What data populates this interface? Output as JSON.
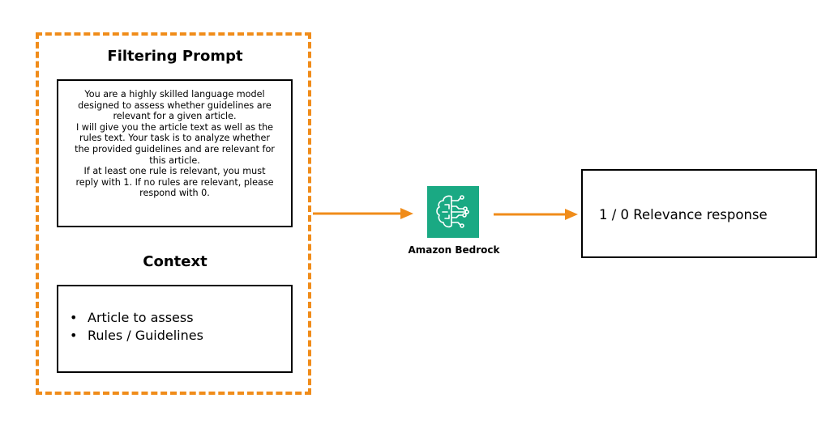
{
  "filtering_prompt": {
    "heading": "Filtering Prompt",
    "lines": [
      "You are a highly skilled language model",
      "designed to assess whether guidelines are",
      "relevant for a given article.",
      "I will give you the article text as well as the",
      "rules text. Your task is to analyze whether",
      "the provided guidelines and are relevant for",
      "this article.",
      "If at least one rule is relevant, you must",
      "reply with 1. If no rules are relevant, please",
      "respond with 0."
    ]
  },
  "context": {
    "heading": "Context",
    "items": [
      {
        "bullet": "•",
        "label": "Article to assess"
      },
      {
        "bullet": "•",
        "label": "Rules / Guidelines"
      }
    ]
  },
  "bedrock": {
    "label": "Amazon Bedrock",
    "icon": "amazon-bedrock-icon",
    "icon_color": "#1aa983"
  },
  "response": {
    "label": "1 / 0 Relevance response"
  },
  "colors": {
    "accent": "#f08c1a",
    "text": "#000000",
    "border": "#000000"
  }
}
